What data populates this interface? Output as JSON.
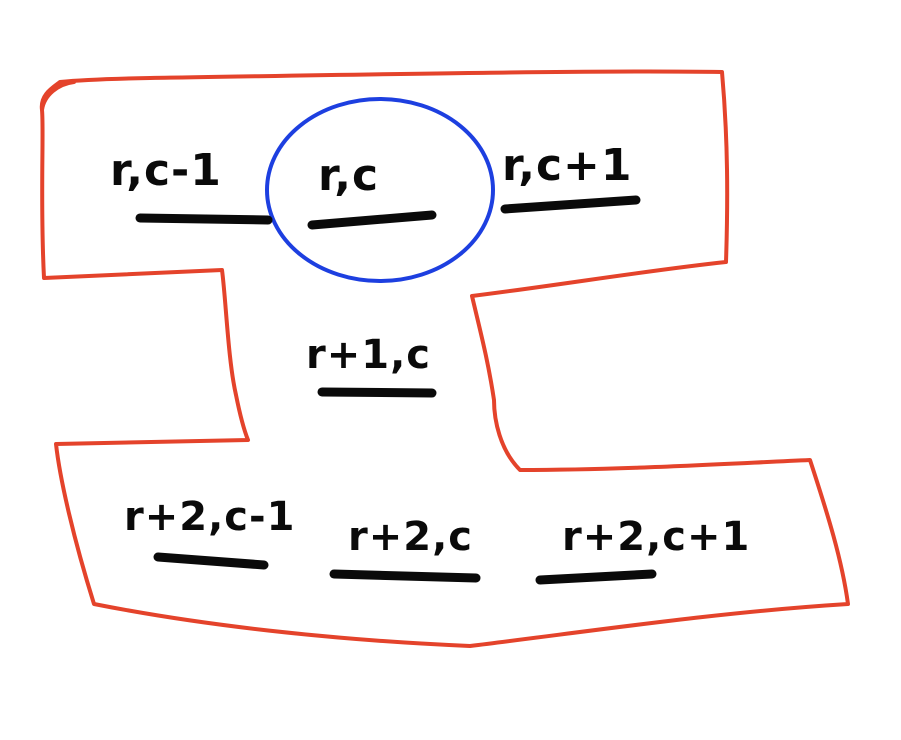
{
  "colors": {
    "outline": "#e4432b",
    "highlight": "#1d3fe0",
    "ink": "#0a0a0a",
    "background": "#ffffff"
  },
  "cells": {
    "top_left": "r,c-1",
    "top_center": "r,c",
    "top_right": "r,c+1",
    "middle_center": "r+1,c",
    "bottom_left": "r+2,c-1",
    "bottom_center": "r+2,c",
    "bottom_right": "r+2,c+1"
  }
}
